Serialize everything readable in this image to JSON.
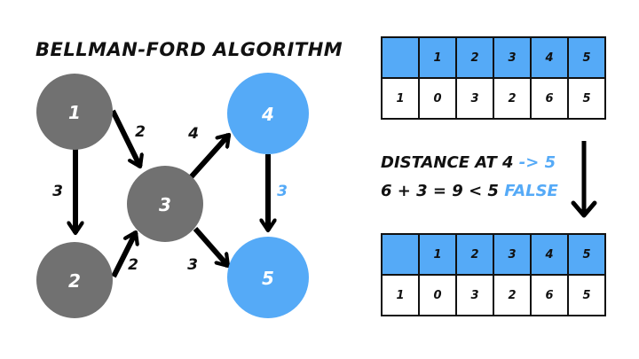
{
  "title": "BELLMAN-FORD ALGORITHM",
  "colors": {
    "visited_node": "#717171",
    "highlight": "#55aaf7",
    "edge": "#000000",
    "text": "#111111"
  },
  "graph": {
    "nodes": [
      {
        "id": "1",
        "label": "1",
        "state": "visited"
      },
      {
        "id": "2",
        "label": "2",
        "state": "visited"
      },
      {
        "id": "3",
        "label": "3",
        "state": "visited"
      },
      {
        "id": "4",
        "label": "4",
        "state": "highlighted"
      },
      {
        "id": "5",
        "label": "5",
        "state": "highlighted"
      }
    ],
    "edges": [
      {
        "from": "1",
        "to": "3",
        "weight": "2",
        "highlighted": false
      },
      {
        "from": "1",
        "to": "2",
        "weight": "3",
        "highlighted": false
      },
      {
        "from": "2",
        "to": "3",
        "weight": "2",
        "highlighted": false
      },
      {
        "from": "3",
        "to": "4",
        "weight": "4",
        "highlighted": false
      },
      {
        "from": "3",
        "to": "5",
        "weight": "3",
        "highlighted": false
      },
      {
        "from": "4",
        "to": "5",
        "weight": "3",
        "highlighted": true
      }
    ]
  },
  "table_before": {
    "header": [
      "",
      "1",
      "2",
      "3",
      "4",
      "5"
    ],
    "row": [
      "1",
      "0",
      "3",
      "2",
      "6",
      "5"
    ]
  },
  "calculation": {
    "line1_text": "DISTANCE AT 4 ",
    "line1_highlight": "-> 5",
    "line2_text": "6 + 3 = 9 < 5 ",
    "line2_highlight": "FALSE"
  },
  "table_after": {
    "header": [
      "",
      "1",
      "2",
      "3",
      "4",
      "5"
    ],
    "row": [
      "1",
      "0",
      "3",
      "2",
      "6",
      "5"
    ]
  }
}
